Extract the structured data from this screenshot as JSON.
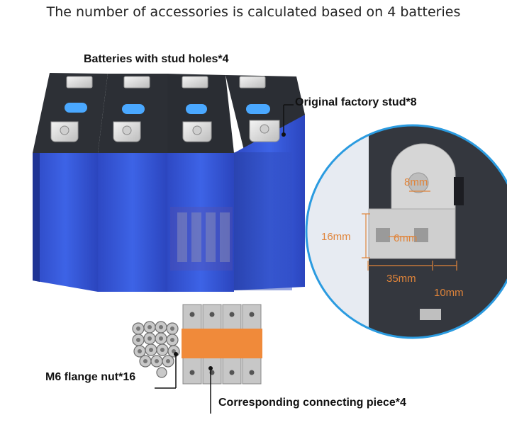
{
  "title": "The number of accessories is calculated based on 4 batteries",
  "labels": {
    "batteries": "Batteries with stud holes*4",
    "stud": "Original factory stud*8",
    "nut": "M6 flange nut*16",
    "connector": "Corresponding connecting piece*4"
  },
  "dimensions": {
    "hole_width": "8mm",
    "height": "16mm",
    "stud_size": "6mm",
    "width": "35mm",
    "offset": "10mm"
  },
  "colors": {
    "battery_blue": "#2f4fd0",
    "battery_top": "#2a2d33",
    "accent_orange": "#e0843a",
    "busbar_orange": "#f08a3a"
  }
}
